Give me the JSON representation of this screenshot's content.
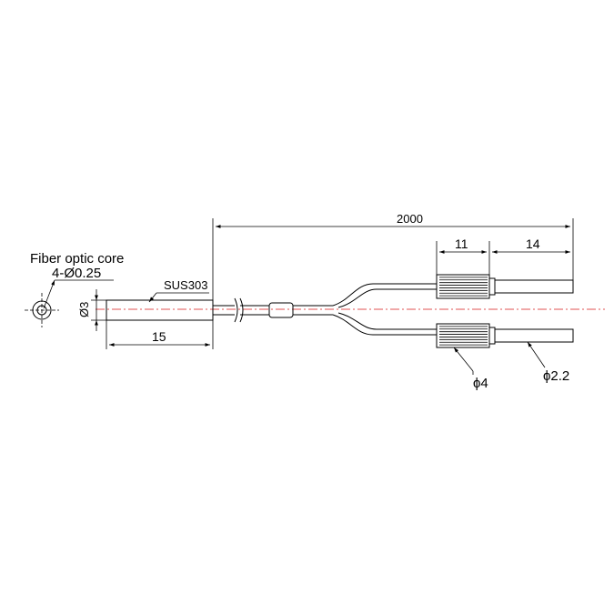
{
  "labels": {
    "fiber_core_title": "Fiber optic core",
    "fiber_core_spec": "4-Ø0.25",
    "material": "SUS303",
    "dim_diameter_head": "Ø3",
    "dim_head_length": "15",
    "dim_total_length": "2000",
    "dim_connector_length": "11",
    "dim_tail_length": "14",
    "dim_connector_diameter": "ϕ4",
    "dim_fiber_diameter": "ϕ2.2"
  },
  "colors": {
    "line": "#000000",
    "centerline": "#e05050"
  }
}
